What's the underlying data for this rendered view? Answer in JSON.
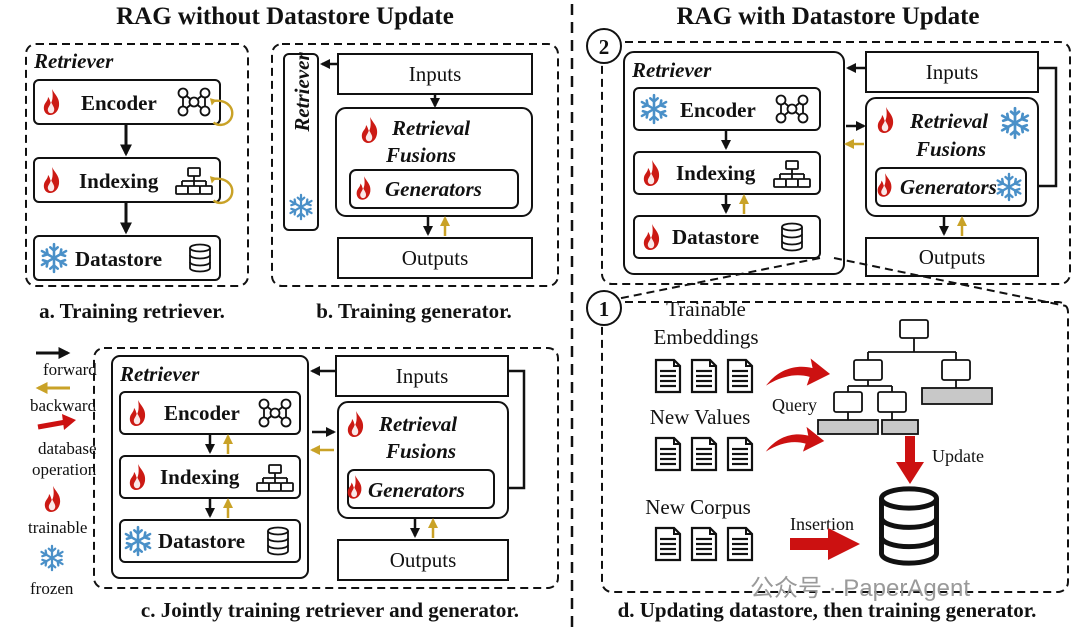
{
  "headings": {
    "left": "RAG without Datastore Update",
    "right": "RAG with Datastore Update"
  },
  "captions": {
    "a": "a. Training retriever.",
    "b": "b. Training generator.",
    "c": "c. Jointly training retriever and generator.",
    "d": "d. Updating datastore, then training generator."
  },
  "labels": {
    "retriever": "Retriever",
    "encoder": "Encoder",
    "indexing": "Indexing",
    "datastore": "Datastore",
    "inputs": "Inputs",
    "outputs": "Outputs",
    "retrieval": "Retrieval",
    "fusions": "Fusions",
    "generators": "Generators"
  },
  "steps": {
    "two": "2",
    "one": "1"
  },
  "legend": {
    "forward": "forward",
    "backward": "backward",
    "database_line1": "database",
    "database_line2": "operation",
    "trainable": "trainable",
    "frozen": "frozen"
  },
  "panel_d": {
    "trainable": "Trainable",
    "embeddings": "Embeddings",
    "new_values": "New Values",
    "new_corpus": "New Corpus",
    "query": "Query",
    "update": "Update",
    "insertion": "Insertion"
  },
  "watermark": "公众号 · PaperAgent",
  "colors": {
    "forward": "#111111",
    "backward": "#c9a227",
    "database_op": "#cc1111",
    "flame": "#cc1a14",
    "snowflake": "#4a90c8",
    "node_gray": "#c8c8c8"
  }
}
